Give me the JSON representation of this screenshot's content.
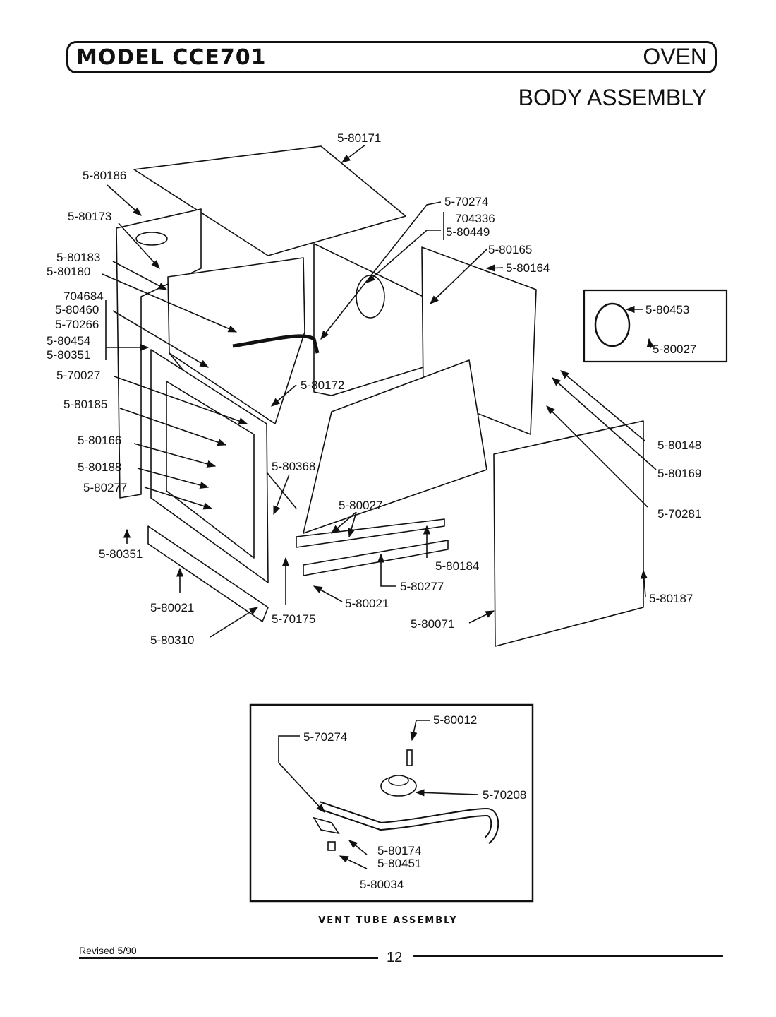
{
  "header": {
    "model": "MODEL CCE701",
    "section": "OVEN",
    "subtitle": "BODY ASSEMBLY"
  },
  "labels": {
    "p80171": "5-80171",
    "p80186": "5-80186",
    "p70274": "5-70274",
    "p80173": "5-80173",
    "p704336": "704336",
    "p80449": "5-80449",
    "p80165": "5-80165",
    "p80183": "5-80183",
    "p80180": "5-80180",
    "p80164": "5-80164",
    "p704684": "704684",
    "p80460": "5-80460",
    "p70266": "5-70266",
    "p80454": "5-80454",
    "p80351a": "5-80351",
    "p70027": "5-70027",
    "p80172": "5-80172",
    "p80185": "5-80185",
    "p80166": "5-80166",
    "p80188": "5-80188",
    "p80368": "5-80368",
    "p80277a": "5-80277",
    "p80027a": "5-80027",
    "p80351b": "5-80351",
    "p80184": "5-80184",
    "p80277b": "5-80277",
    "p80021a": "5-80021",
    "p80021b": "5-80021",
    "p70175": "5-70175",
    "p80071": "5-80071",
    "p80310": "5-80310",
    "p80187": "5-80187",
    "p80453": "5-80453",
    "p80027b": "5-80027",
    "p80148": "5-80148",
    "p80169": "5-80169",
    "p70281": "5-70281"
  },
  "vent": {
    "caption": "VENT TUBE ASSEMBLY",
    "p80012": "5-80012",
    "p70274": "5-70274",
    "p70208": "5-70208",
    "p80174": "5-80174",
    "p80451": "5-80451",
    "p80034": "5-80034"
  },
  "footer": {
    "revised": "Revised 5/90",
    "page": "12"
  }
}
